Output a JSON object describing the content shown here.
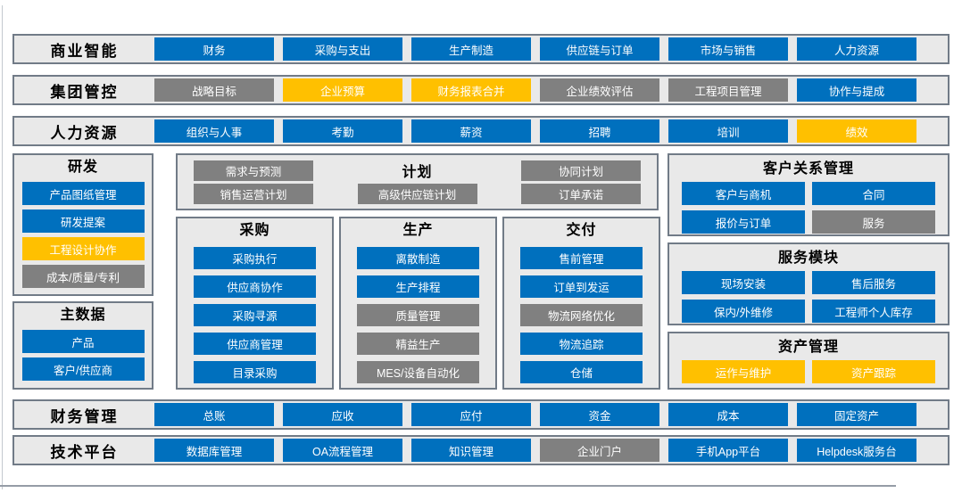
{
  "palette": {
    "blue": "#0070BE",
    "yellow": "#FFC000",
    "gray": "#808080",
    "panel_bg": "#E9E9E9",
    "panel_border": "#717B87"
  },
  "bands": [
    {
      "label": "商业智能",
      "buttons": [
        {
          "label": "财务",
          "color": "blue"
        },
        {
          "label": "采购与支出",
          "color": "blue"
        },
        {
          "label": "生产制造",
          "color": "blue"
        },
        {
          "label": "供应链与订单",
          "color": "blue"
        },
        {
          "label": "市场与销售",
          "color": "blue"
        },
        {
          "label": "人力资源",
          "color": "blue"
        }
      ]
    },
    {
      "label": "集团管控",
      "buttons": [
        {
          "label": "战略目标",
          "color": "gray"
        },
        {
          "label": "企业预算",
          "color": "yellow"
        },
        {
          "label": "财务报表合并",
          "color": "yellow"
        },
        {
          "label": "企业绩效评估",
          "color": "gray"
        },
        {
          "label": "工程项目管理",
          "color": "gray"
        },
        {
          "label": "协作与提成",
          "color": "blue"
        }
      ]
    },
    {
      "label": "人力资源",
      "buttons": [
        {
          "label": "组织与人事",
          "color": "blue"
        },
        {
          "label": "考勤",
          "color": "blue"
        },
        {
          "label": "薪资",
          "color": "blue"
        },
        {
          "label": "招聘",
          "color": "blue"
        },
        {
          "label": "培训",
          "color": "blue"
        },
        {
          "label": "绩效",
          "color": "yellow"
        }
      ]
    },
    {
      "label": "财务管理",
      "buttons": [
        {
          "label": "总账",
          "color": "blue"
        },
        {
          "label": "应收",
          "color": "blue"
        },
        {
          "label": "应付",
          "color": "blue"
        },
        {
          "label": "资金",
          "color": "blue"
        },
        {
          "label": "成本",
          "color": "blue"
        },
        {
          "label": "固定资产",
          "color": "blue"
        }
      ]
    },
    {
      "label": "技术平台",
      "buttons": [
        {
          "label": "数据库管理",
          "color": "blue"
        },
        {
          "label": "OA流程管理",
          "color": "blue"
        },
        {
          "label": "知识管理",
          "color": "blue"
        },
        {
          "label": "企业门户",
          "color": "gray"
        },
        {
          "label": "手机App平台",
          "color": "blue"
        },
        {
          "label": "Helpdesk服务台",
          "color": "blue"
        }
      ]
    }
  ],
  "sections": {
    "rnd": {
      "title": "研发",
      "buttons": [
        {
          "label": "产品图纸管理",
          "color": "blue"
        },
        {
          "label": "研发提案",
          "color": "blue"
        },
        {
          "label": "工程设计协作",
          "color": "yellow"
        },
        {
          "label": "成本/质量/专利",
          "color": "gray"
        }
      ]
    },
    "master_data": {
      "title": "主数据",
      "buttons": [
        {
          "label": "产品",
          "color": "blue"
        },
        {
          "label": "客户/供应商",
          "color": "blue"
        }
      ]
    },
    "planning": {
      "title": "计划",
      "buttons": [
        {
          "label": "需求与预测",
          "color": "gray"
        },
        {
          "label": "协同计划",
          "color": "gray"
        },
        {
          "label": "销售运营计划",
          "color": "gray"
        },
        {
          "label": "高级供应链计划",
          "color": "gray"
        },
        {
          "label": "订单承诺",
          "color": "gray"
        }
      ]
    },
    "procurement": {
      "title": "采购",
      "buttons": [
        {
          "label": "采购执行",
          "color": "blue"
        },
        {
          "label": "供应商协作",
          "color": "blue"
        },
        {
          "label": "采购寻源",
          "color": "blue"
        },
        {
          "label": "供应商管理",
          "color": "blue"
        },
        {
          "label": "目录采购",
          "color": "blue"
        }
      ]
    },
    "production": {
      "title": "生产",
      "buttons": [
        {
          "label": "离散制造",
          "color": "blue"
        },
        {
          "label": "生产排程",
          "color": "blue"
        },
        {
          "label": "质量管理",
          "color": "gray"
        },
        {
          "label": "精益生产",
          "color": "gray"
        },
        {
          "label": "MES/设备自动化",
          "color": "gray"
        }
      ]
    },
    "delivery": {
      "title": "交付",
      "buttons": [
        {
          "label": "售前管理",
          "color": "blue"
        },
        {
          "label": "订单到发运",
          "color": "blue"
        },
        {
          "label": "物流网络优化",
          "color": "gray"
        },
        {
          "label": "物流追踪",
          "color": "blue"
        },
        {
          "label": "仓储",
          "color": "blue"
        }
      ]
    },
    "crm": {
      "title": "客户关系管理",
      "buttons": [
        {
          "label": "客户与商机",
          "color": "blue"
        },
        {
          "label": "合同",
          "color": "blue"
        },
        {
          "label": "报价与订单",
          "color": "blue"
        },
        {
          "label": "服务",
          "color": "gray"
        }
      ]
    },
    "service": {
      "title": "服务模块",
      "buttons": [
        {
          "label": "现场安装",
          "color": "blue"
        },
        {
          "label": "售后服务",
          "color": "blue"
        },
        {
          "label": "保内/外维修",
          "color": "blue"
        },
        {
          "label": "工程师个人库存",
          "color": "blue"
        }
      ]
    },
    "assets": {
      "title": "资产管理",
      "buttons": [
        {
          "label": "运作与维护",
          "color": "yellow"
        },
        {
          "label": "资产跟踪",
          "color": "yellow"
        }
      ]
    }
  }
}
